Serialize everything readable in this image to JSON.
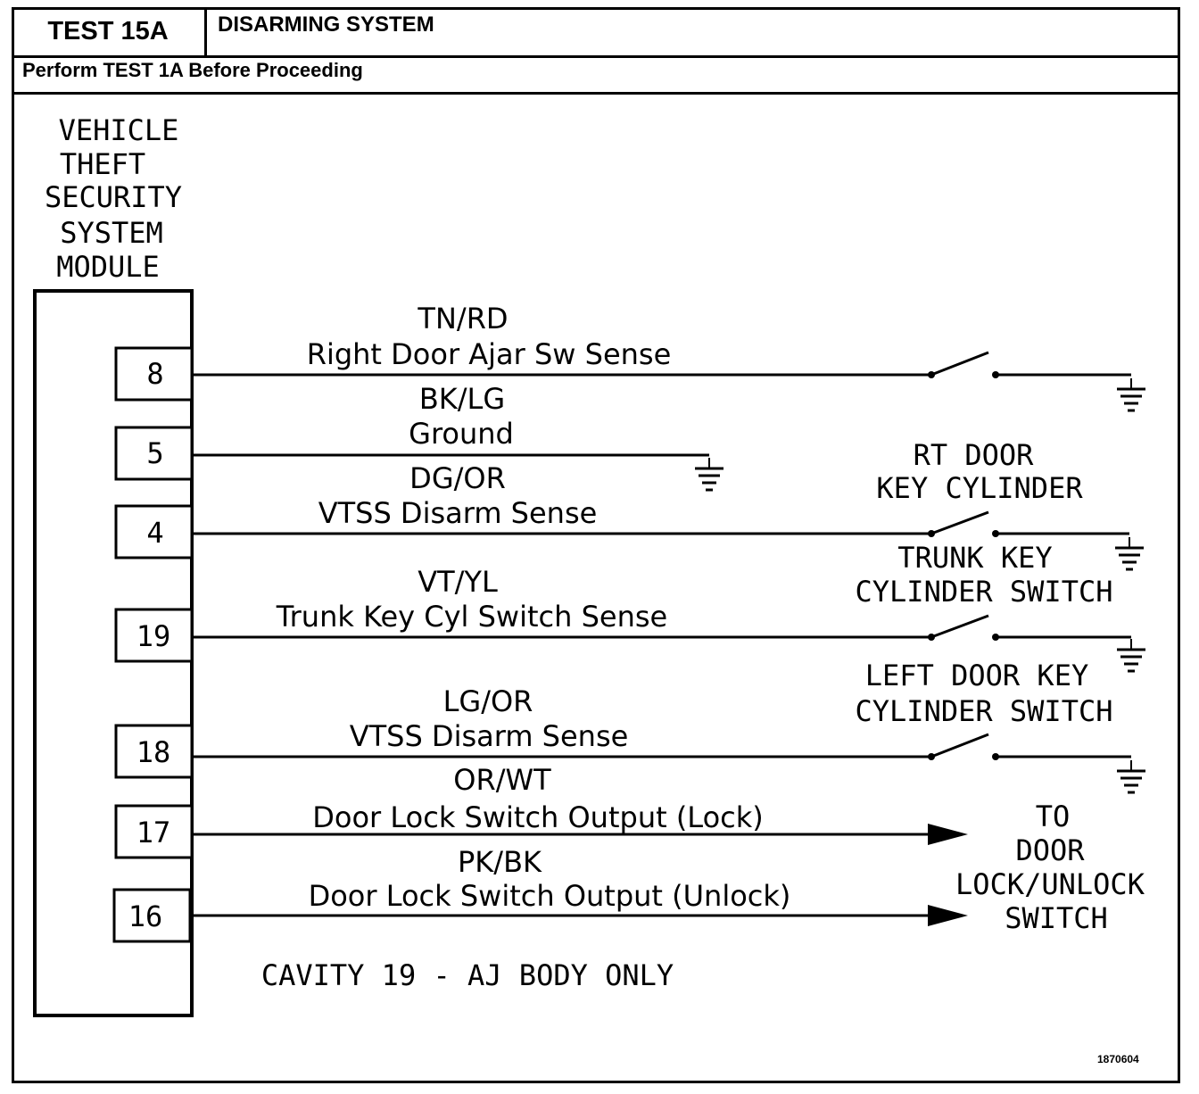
{
  "header": {
    "test_id": "TEST 15A",
    "title": "DISARMING SYSTEM",
    "prerequisite": "Perform TEST 1A Before Proceeding"
  },
  "module": {
    "title_lines": [
      "VEHICLE",
      "THEFT",
      "SECURITY",
      "SYSTEM",
      "MODULE"
    ]
  },
  "circuits": [
    {
      "pin": "8",
      "color_code": "TN/RD",
      "signal": "Right Door Ajar Sw Sense"
    },
    {
      "pin": "5",
      "color_code": "BK/LG",
      "signal": "Ground"
    },
    {
      "pin": "4",
      "color_code": "DG/OR",
      "signal": "VTSS Disarm Sense"
    },
    {
      "pin": "19",
      "color_code": "VT/YL",
      "signal": "Trunk Key Cyl Switch Sense"
    },
    {
      "pin": "18",
      "color_code": "LG/OR",
      "signal": "VTSS Disarm Sense"
    },
    {
      "pin": "17",
      "color_code": "OR/WT",
      "signal": "Door Lock Switch Output (Lock)"
    },
    {
      "pin": "16",
      "color_code": "PK/BK",
      "signal": "Door Lock Switch Output (Unlock)"
    }
  ],
  "components": {
    "rt_door_key_cylinder": [
      "RT DOOR",
      "KEY CYLINDER"
    ],
    "trunk_key_cylinder_switch": [
      "TRUNK KEY",
      "CYLINDER SWITCH"
    ],
    "left_door_key_cylinder_switch": [
      "LEFT DOOR KEY",
      "CYLINDER SWITCH"
    ],
    "door_lock_unlock_switch": [
      "TO",
      "DOOR",
      "LOCK/UNLOCK",
      "SWITCH"
    ]
  },
  "note": "CAVITY 19 - AJ BODY ONLY",
  "figure_id": "1870604"
}
